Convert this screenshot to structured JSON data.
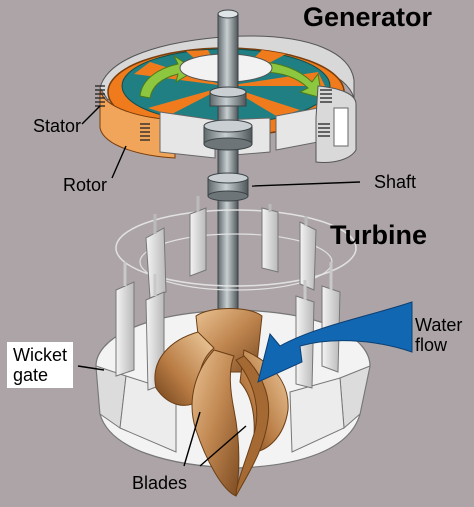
{
  "labels": {
    "generator": "Generator",
    "turbine": "Turbine",
    "stator": "Stator",
    "rotor": "Rotor",
    "shaft": "Shaft",
    "water_flow_line1": "Water",
    "water_flow_line2": "flow",
    "wicket_gate_line1": "Wicket",
    "wicket_gate_line2": "gate",
    "blades": "Blades"
  },
  "colors": {
    "background": "#aca4a6",
    "rotor_orange": "#f07b1c",
    "rotor_teal": "#1f7f82",
    "rotor_arrows": "#8dc63f",
    "stator_gray": "#d6d6d6",
    "blades_bronze": "#c8955c",
    "water_arrow": "#1267b3",
    "shaft_gray": "#8c9599"
  }
}
